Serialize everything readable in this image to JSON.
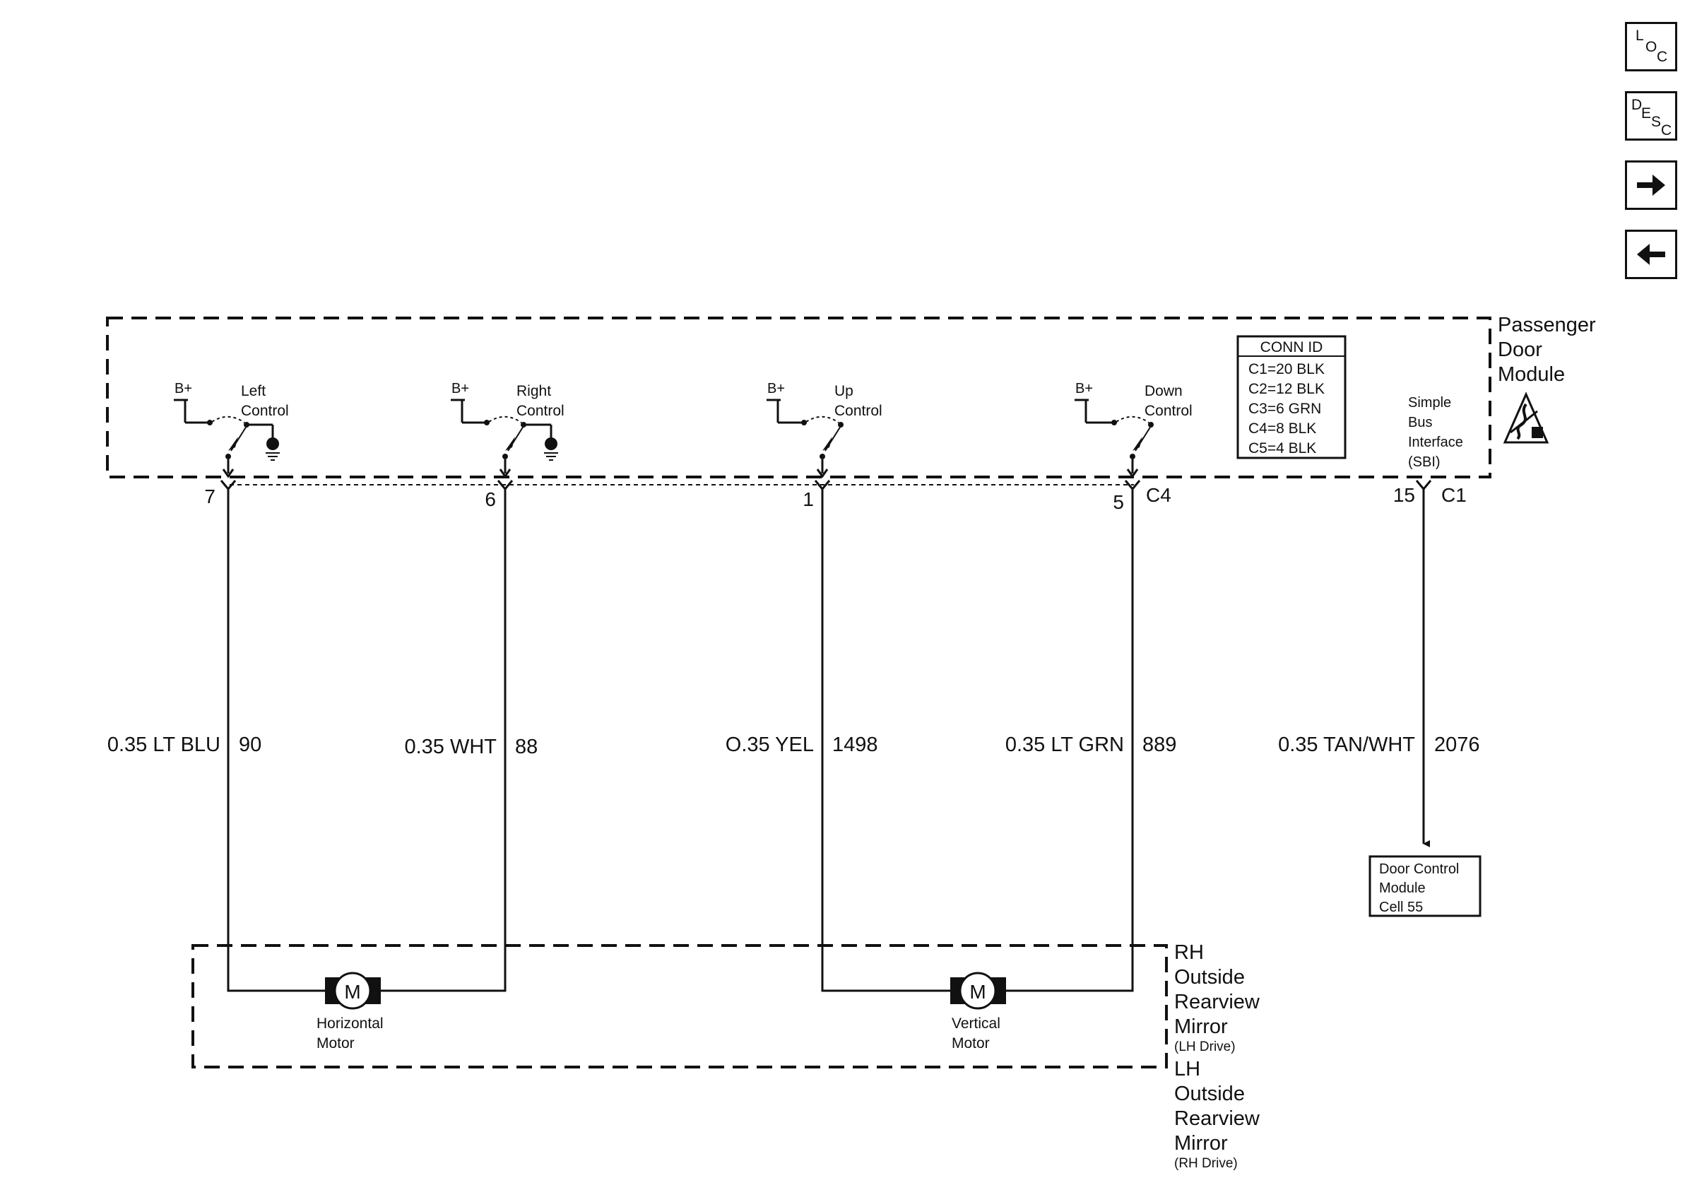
{
  "nav": {
    "loc": {
      "letters": [
        "L",
        "O",
        "C"
      ]
    },
    "desc": {
      "letters": [
        "D",
        "E",
        "S",
        "C"
      ]
    },
    "next_icon": "arrow-right-icon",
    "prev_icon": "arrow-left-icon"
  },
  "module": {
    "title_lines": [
      "Passenger",
      "Door",
      "Module"
    ],
    "esd_icon": "esd-warning-icon",
    "conn_table": {
      "header": "CONN ID",
      "rows": [
        "C1=20 BLK",
        "C2=12 BLK",
        "C3=6 GRN",
        "C4=8 BLK",
        "C5=4 BLK"
      ]
    },
    "sbi_lines": [
      "Simple",
      "Bus",
      "Interface",
      "(SBI)"
    ],
    "bplus": "B+",
    "connector_c4": "C4",
    "connector_c1": "C1"
  },
  "circuits": [
    {
      "ctrl_lines": [
        "Left",
        "Control"
      ],
      "pin": "7",
      "wire": "0.35 LT BLU",
      "circuit": "90"
    },
    {
      "ctrl_lines": [
        "Right",
        "Control"
      ],
      "pin": "6",
      "wire": "0.35 WHT",
      "circuit": "88"
    },
    {
      "ctrl_lines": [
        "Up",
        "Control"
      ],
      "pin": "1",
      "wire": "O.35 YEL",
      "circuit": "1498"
    },
    {
      "ctrl_lines": [
        "Down",
        "Control"
      ],
      "pin": "5",
      "wire": "0.35 LT GRN",
      "circuit": "889"
    },
    {
      "pin": "15",
      "wire": "0.35 TAN/WHT",
      "circuit": "2076"
    }
  ],
  "dcm": {
    "lines": [
      "Door Control",
      "Module",
      "Cell 55"
    ]
  },
  "motors": [
    {
      "symbol": "M",
      "label_lines": [
        "Horizontal",
        "Motor"
      ]
    },
    {
      "symbol": "M",
      "label_lines": [
        "Vertical",
        "Motor"
      ]
    }
  ],
  "mirror": {
    "rh_lines": [
      "RH",
      "Outside",
      "Rearview",
      "Mirror"
    ],
    "rh_note": "(LH Drive)",
    "lh_lines": [
      "LH",
      "Outside",
      "Rearview",
      "Mirror"
    ],
    "lh_note": "(RH Drive)"
  }
}
